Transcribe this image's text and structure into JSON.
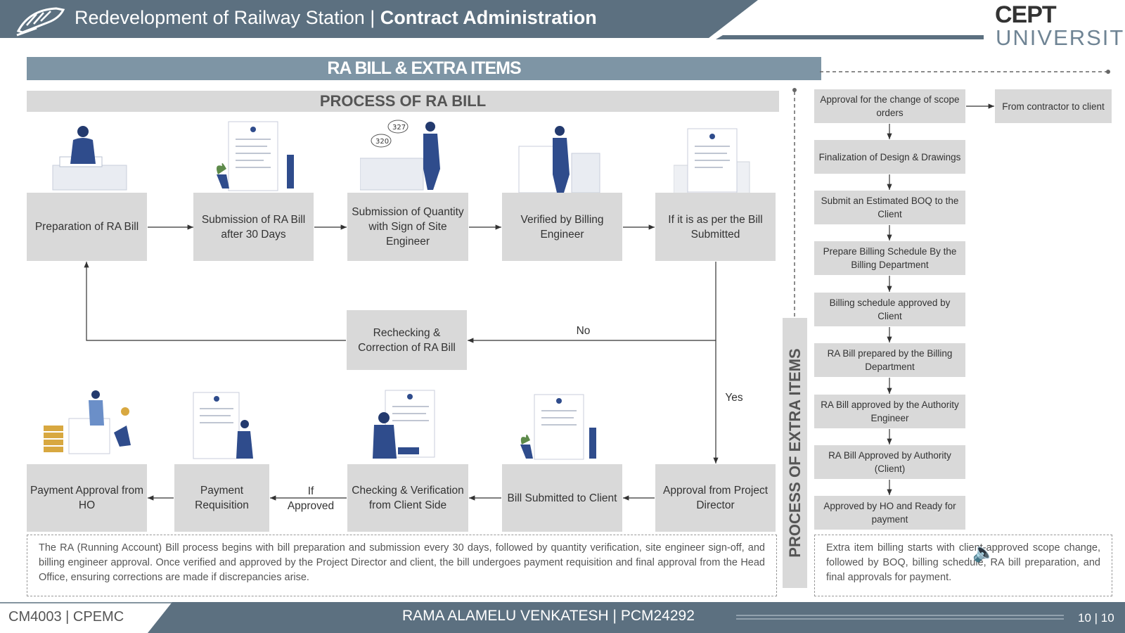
{
  "header": {
    "title_prefix": "Redevelopment of Railway Station | ",
    "title_bold": "Contract Administration",
    "logo_line1": "CEPT",
    "logo_line2": "UNIVERSITY"
  },
  "section_title": "RA BILL & EXTRA ITEMS",
  "ra_process": {
    "title": "PROCESS OF RA BILL",
    "steps": {
      "preparation": "Preparation of RA Bill",
      "submission": "Submission of RA Bill after 30 Days",
      "quantity": "Submission of Quantity with Sign of Site Engineer",
      "verified": "Verified by Billing Engineer",
      "check_submitted": "If it is as per the Bill Submitted",
      "rechecking": "Rechecking & Correction of RA Bill",
      "approval_pd": "Approval from Project Director",
      "bill_client": "Bill Submitted to Client",
      "checking_client": "Checking & Verification from Client Side",
      "payment_req": "Payment Requisition",
      "payment_ho": "Payment Approval from HO"
    },
    "labels": {
      "no": "No",
      "yes": "Yes",
      "if_approved": "If Approved"
    },
    "note": "The RA (Running Account) Bill process begins with bill preparation and submission every 30 days, followed by quantity verification, site engineer sign-off, and billing engineer approval. Once verified and approved by the Project Director and client, the bill undergoes payment requisition and final approval from the Head Office, ensuring corrections are made if discrepancies arise."
  },
  "extra_process": {
    "title": "PROCESS OF EXTRA ITEMS",
    "steps": [
      "Approval for the change of scope orders",
      "Finalization of Design & Drawings",
      "Submit an Estimated BOQ to the Client",
      "Prepare Billing Schedule By the Billing Department",
      "Billing schedule approved by Client",
      "RA Bill prepared by the Billing Department",
      "RA Bill approved by the Authority Engineer",
      "RA Bill Approved by Authority (Client)",
      "Approved by HO and Ready for payment"
    ],
    "side_box": "From contractor to client",
    "note": "Extra item billing starts with client-approved scope change, followed by BOQ, billing schedule, RA bill preparation, and final approvals for payment."
  },
  "footer": {
    "course": "CM4003 | CPEMC",
    "author": "RAMA ALAMELU VENKATESH | PCM24292",
    "page": "10 | 10"
  },
  "colors": {
    "header_bg": "#5c7080",
    "banner_bg": "#7e95a5",
    "box_bg": "#d9d9d9",
    "figure_blue": "#2f4c8c"
  }
}
